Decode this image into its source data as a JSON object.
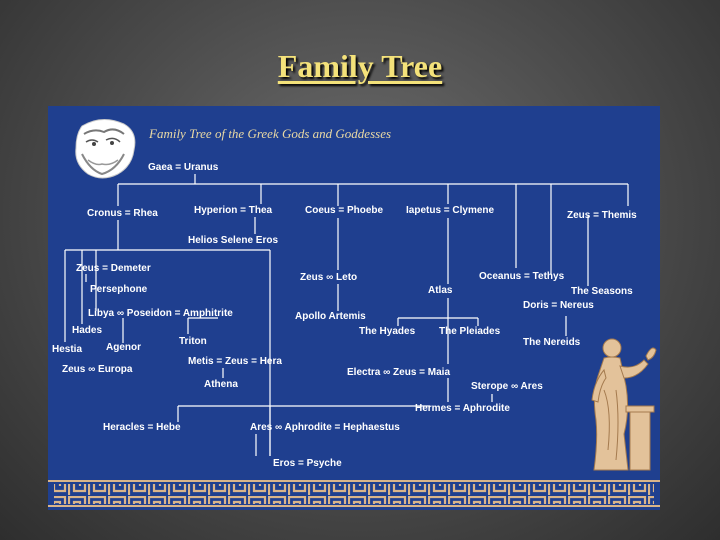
{
  "slide": {
    "title": "Family Tree"
  },
  "tree": {
    "title": "Family Tree of the Greek Gods and Goddesses",
    "nodes": {
      "gaea_uranus": "Gaea = Uranus",
      "cronus_rhea": "Cronus = Rhea",
      "hyperion_thea": "Hyperion = Thea",
      "coeus_phoebe": "Coeus = Phoebe",
      "iapetus_clymene": "Iapetus = Clymene",
      "zeus_themis": "Zeus = Themis",
      "helios_selene_eros": "Helios Selene Eros",
      "zeus_demeter": "Zeus = Demeter",
      "persephone": "Persephone",
      "libya_poseidon": "Libya ∞ Poseidon = Amphitrite",
      "hades": "Hades",
      "hestia": "Hestia",
      "agenor": "Agenor",
      "triton": "Triton",
      "zeus_europa": "Zeus ∞ Europa",
      "zeus_leto": "Zeus ∞ Leto",
      "apollo_artemis": "Apollo Artemis",
      "atlas": "Atlas",
      "oceanus_tethys": "Oceanus = Tethys",
      "the_seasons": "The Seasons",
      "doris_nereus": "Doris = Nereus",
      "the_hyades": "The Hyades",
      "the_pleiades": "The Pleiades",
      "the_nereids": "The Nereids",
      "metis_zeus_hera": "Metis = Zeus = Hera",
      "athena": "Athena",
      "electra_zeus_maia": "Electra ∞ Zeus = Maia",
      "sterope_ares": "Sterope ∞ Ares",
      "hermes_aphrodite": "Hermes = Aphrodite",
      "heracles_hebe": "Heracles = Hebe",
      "ares_aphrodite_hephaestus": "Ares ∞ Aphrodite = Hephaestus",
      "eros_psyche": "Eros = Psyche"
    }
  },
  "colors": {
    "panel": "#1f3f8f",
    "title": "#f4e27a",
    "frieze": "#d9b48a"
  },
  "icons": {
    "head": "bearded-head-icon",
    "statue": "goddess-statue-icon",
    "border": "greek-key-border"
  }
}
